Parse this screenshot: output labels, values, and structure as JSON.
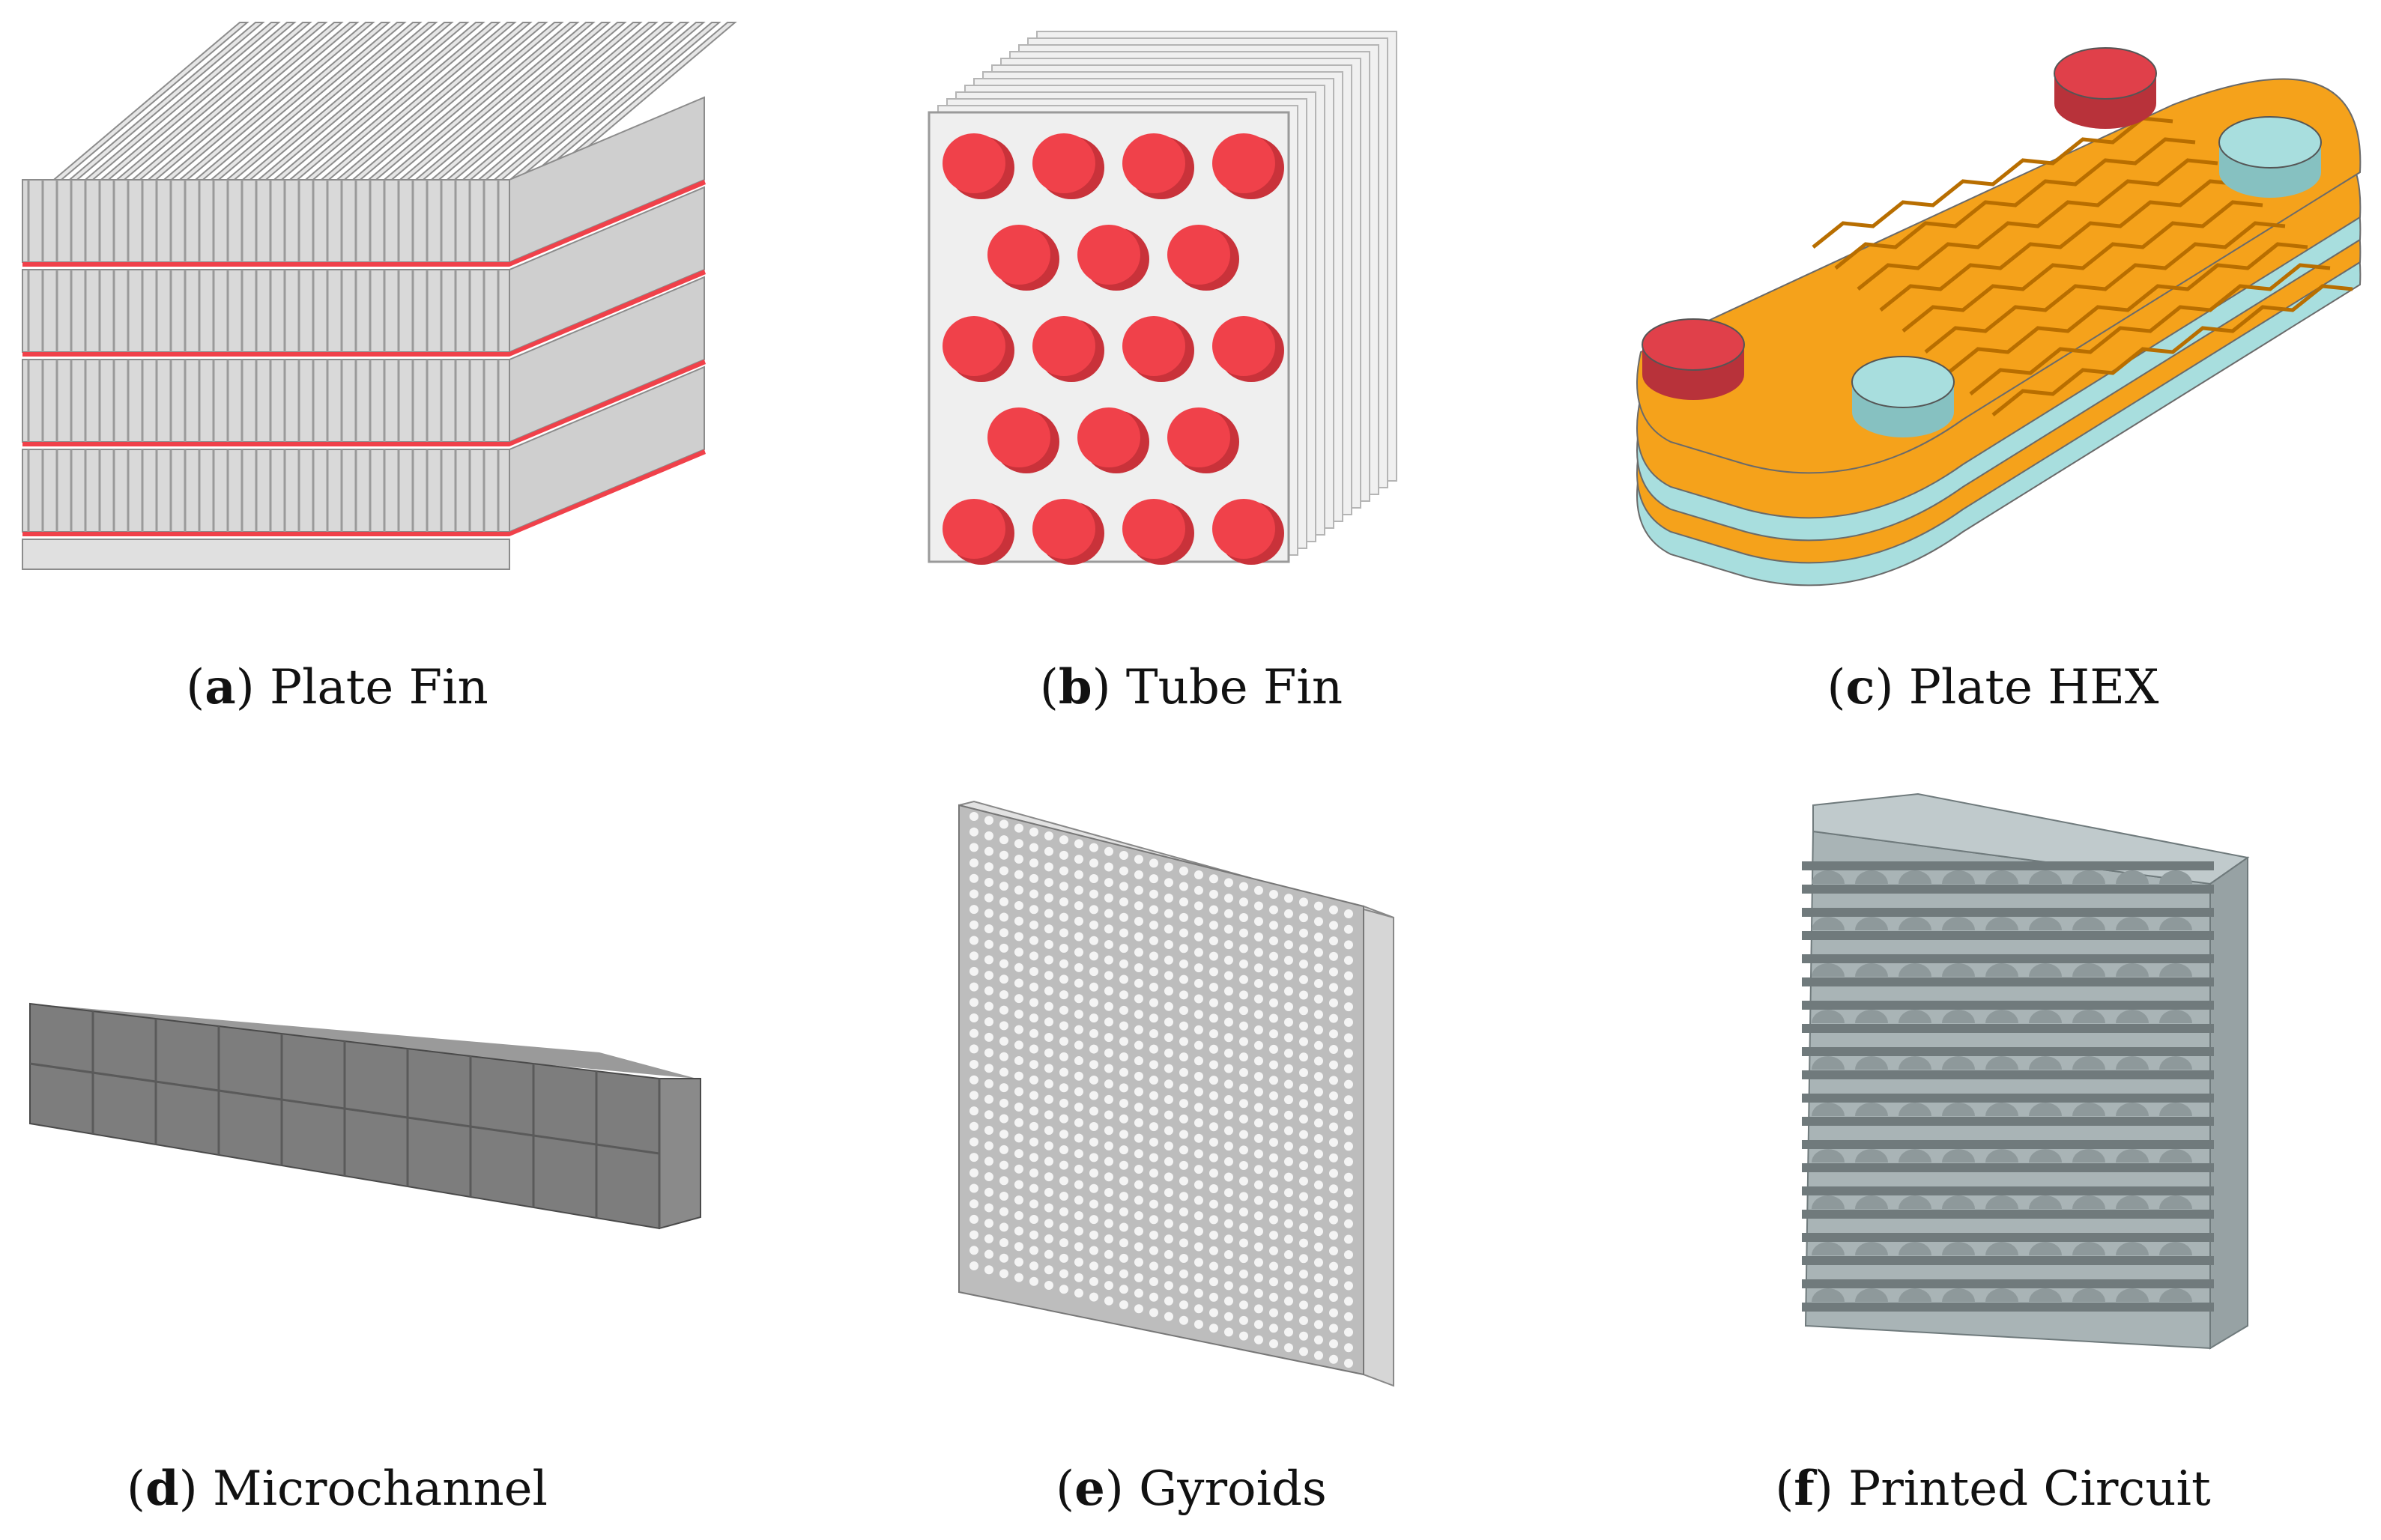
{
  "figure": {
    "panels": [
      {
        "letter": "a",
        "label": "Plate Fin"
      },
      {
        "letter": "b",
        "label": "Tube Fin"
      },
      {
        "letter": "c",
        "label": "Plate HEX"
      },
      {
        "letter": "d",
        "label": "Microchannel"
      },
      {
        "letter": "e",
        "label": "Gyroids"
      },
      {
        "letter": "f",
        "label": "Printed Circuit"
      }
    ],
    "colors": {
      "fin_gray": "#d9d9d9",
      "tube_red": "#f0414a",
      "plate_orange": "#f5a21b",
      "port_cyan": "#a8dede",
      "port_red": "#e0404a",
      "channel_gray": "#7d7d7d",
      "gyroid_gray": "#bdbdbd",
      "pcb_gray": "#a9b4b6"
    }
  }
}
